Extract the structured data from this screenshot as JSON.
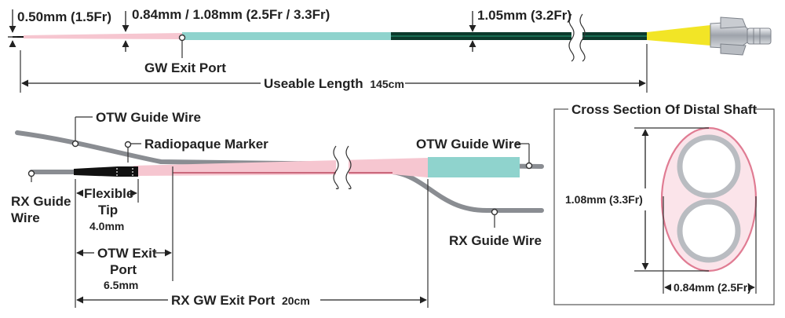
{
  "top_view": {
    "tip_dim": "0.50mm (1.5Fr)",
    "mid_dim": "0.84mm / 1.08mm (2.5Fr / 3.3Fr)",
    "proximal_dim": "1.05mm (3.2Fr)",
    "gw_exit_port": "GW Exit Port",
    "useable_length_label": "Useable Length",
    "useable_length_value": "145cm"
  },
  "detail_view": {
    "otw_guide_wire_left": "OTW Guide Wire",
    "radiopaque_marker": "Radiopaque Marker",
    "otw_guide_wire_right": "OTW Guide Wire",
    "rx_guide_wire_left_line1": "RX Guide",
    "rx_guide_wire_left_line2": "Wire",
    "rx_guide_wire_right": "RX Guide Wire",
    "flexible_tip_line1": "Flexible",
    "flexible_tip_line2": "Tip",
    "flexible_tip_value": "4.0mm",
    "otw_exit_port_line1": "OTW Exit",
    "otw_exit_port_line2": "Port",
    "otw_exit_port_value": "6.5mm",
    "rx_gw_exit_port_label": "RX GW Exit Port",
    "rx_gw_exit_port_value": "20cm"
  },
  "cross_section": {
    "title": "Cross Section Of Distal Shaft",
    "height_dim": "1.08mm (3.3Fr)",
    "width_dim": "0.84mm (2.5Fr)"
  },
  "colors": {
    "pink": "#f6c6d0",
    "teal": "#8fd3cd",
    "dark_green": "#0c3a2c",
    "yellow": "#f2e526",
    "wire_gray": "#8a8d92",
    "black": "#111111"
  }
}
